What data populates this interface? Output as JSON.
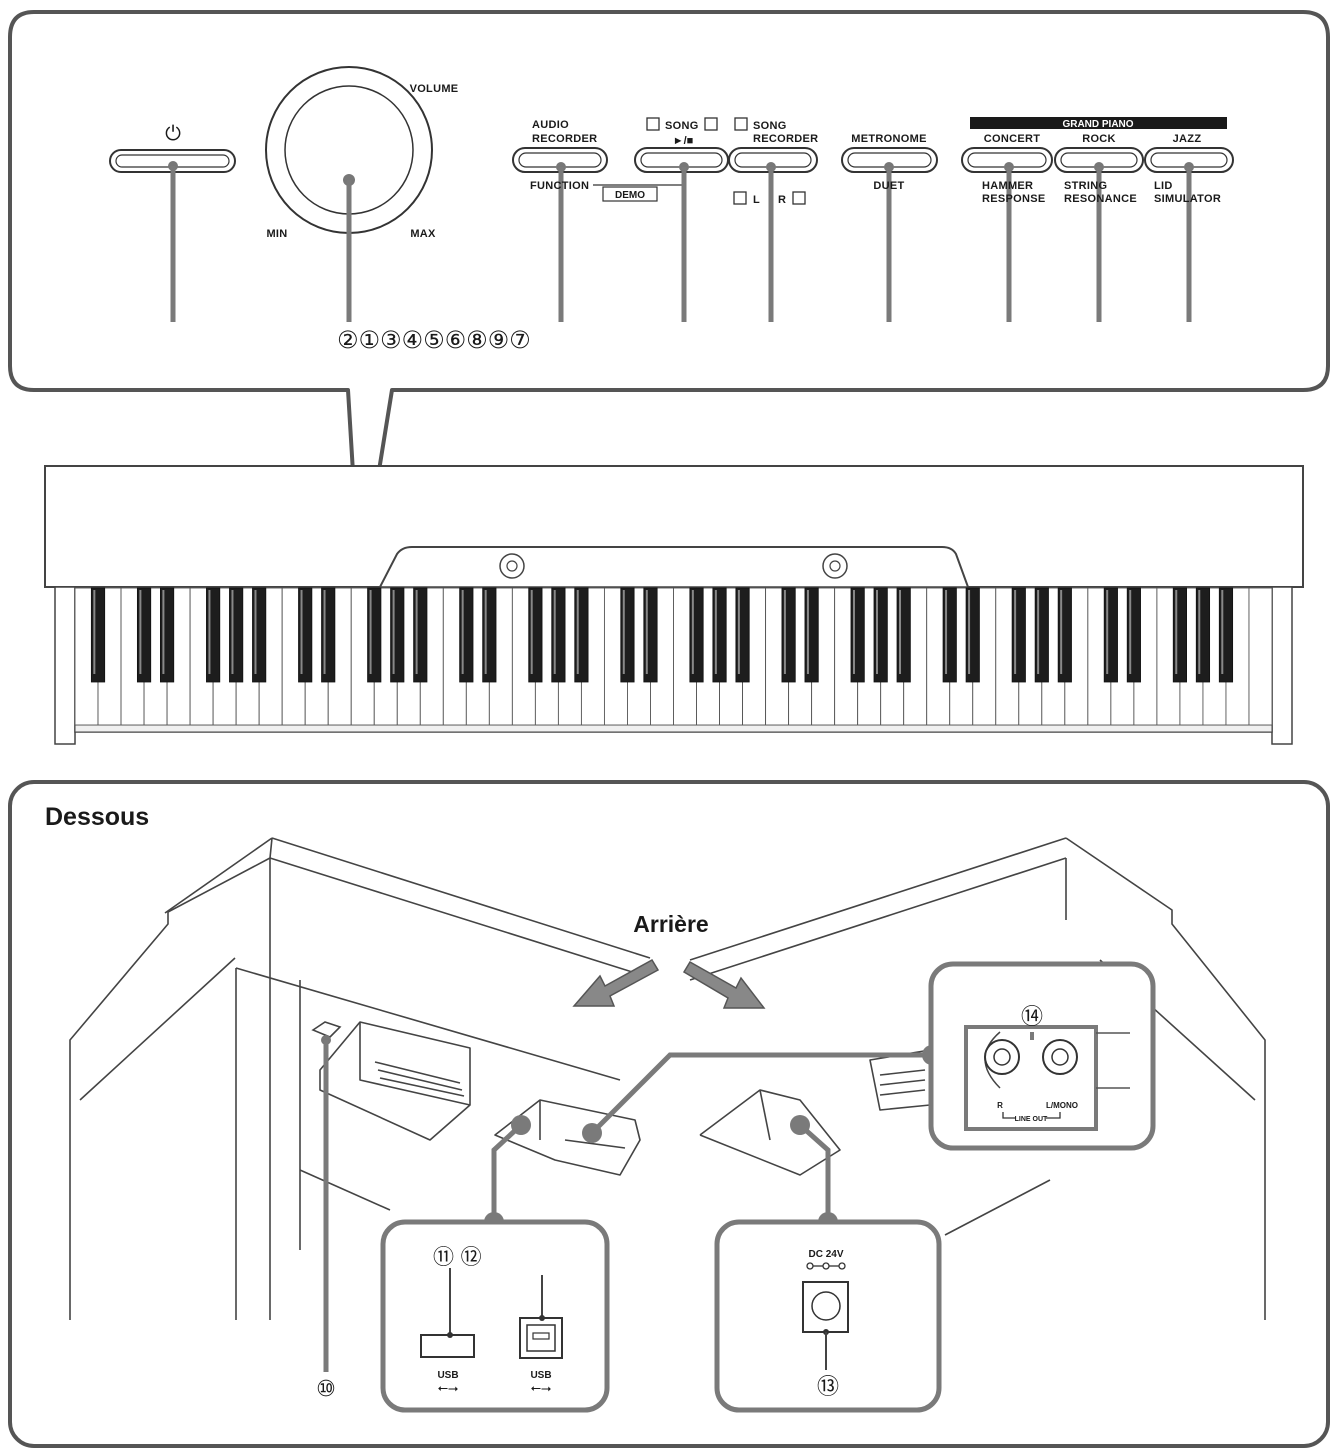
{
  "panel": {
    "power_symbol": "⏻",
    "volume": {
      "label": "VOLUME",
      "min": "MIN",
      "max": "MAX"
    },
    "audio_recorder": {
      "line1": "AUDIO",
      "line2": "RECORDER",
      "function": "FUNCTION",
      "demo": "DEMO"
    },
    "song": {
      "label": "SONG",
      "play_stop": "►/■"
    },
    "song_recorder": {
      "line1": "SONG",
      "line2": "RECORDER",
      "l": "L",
      "r": "R"
    },
    "metronome": {
      "label": "METRONOME",
      "duet": "DUET"
    },
    "grand_piano": {
      "header": "GRAND PIANO",
      "concert": "CONCERT",
      "rock": "ROCK",
      "jazz": "JAZZ",
      "hammer_1": "HAMMER",
      "hammer_2": "RESPONSE",
      "string_1": "STRING",
      "string_2": "RESONANCE",
      "lid_1": "LID",
      "lid_2": "SIMULATOR"
    },
    "callout_numbers": "②①③④⑤⑥⑧⑨⑦"
  },
  "underside": {
    "title": "Dessous",
    "rear": "Arrière",
    "num_10": "⑩",
    "num_11_12": "⑪ ⑫",
    "num_13": "⑬",
    "num_14": "⑭",
    "usb_a": "USB",
    "usb_b": "USB",
    "dc": "DC 24V",
    "line_out": {
      "r": "R",
      "l_mono": "L/MONO",
      "label": "LINE OUT"
    }
  },
  "colors": {
    "outline": "#444444",
    "callout_line": "#7a7a7a",
    "ink": "#1a1a1a"
  }
}
